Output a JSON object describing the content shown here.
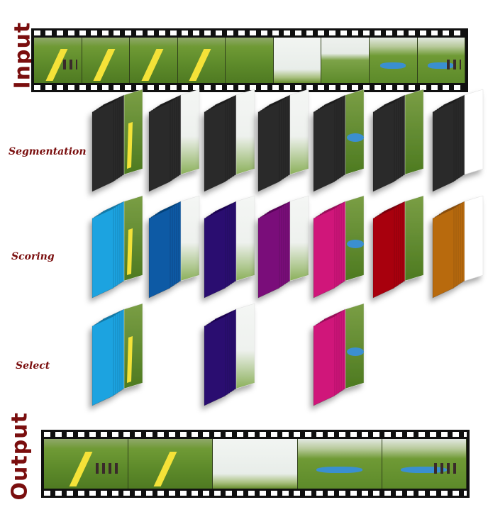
{
  "labels": {
    "input": "Input",
    "output": "Output",
    "segmentation": "Segmentation",
    "scoring": "Scoring",
    "select": "Select"
  },
  "colors": {
    "label": "#7a0e0e",
    "segmentation_stack": "#2b2b2b",
    "scoring_stacks": [
      "#1aa3e0",
      "#0a5aa5",
      "#2a0a70",
      "#7a0a7a",
      "#d0157a",
      "#a80010",
      "#b86a10"
    ],
    "select_stacks": [
      "#1aa3e0",
      "#2a0a70",
      "#d0157a"
    ],
    "grass": "#5d8a2a",
    "sky": "#eef2ef",
    "slide": "#f4e238",
    "pool": "#3a8fd0"
  },
  "input_frames": [
    "grass-people-slide",
    "grass-slide",
    "grass-slide-narrow",
    "grass-slide-curve",
    "grass-hillside",
    "sky-white",
    "grass-horizon",
    "grass-pool-far",
    "grass-pool-people"
  ],
  "output_frames": [
    "grass-people-slide",
    "grass-slide",
    "sky-white",
    "grass-pool-far",
    "grass-pool-people"
  ],
  "segment_faces": [
    "grass-slide",
    "sky-hill",
    "sky-white",
    "sky-hill",
    "grass-pool",
    "grass-people",
    "white"
  ],
  "select_faces": [
    "grass-slide",
    "sky-white",
    "grass-pool"
  ]
}
